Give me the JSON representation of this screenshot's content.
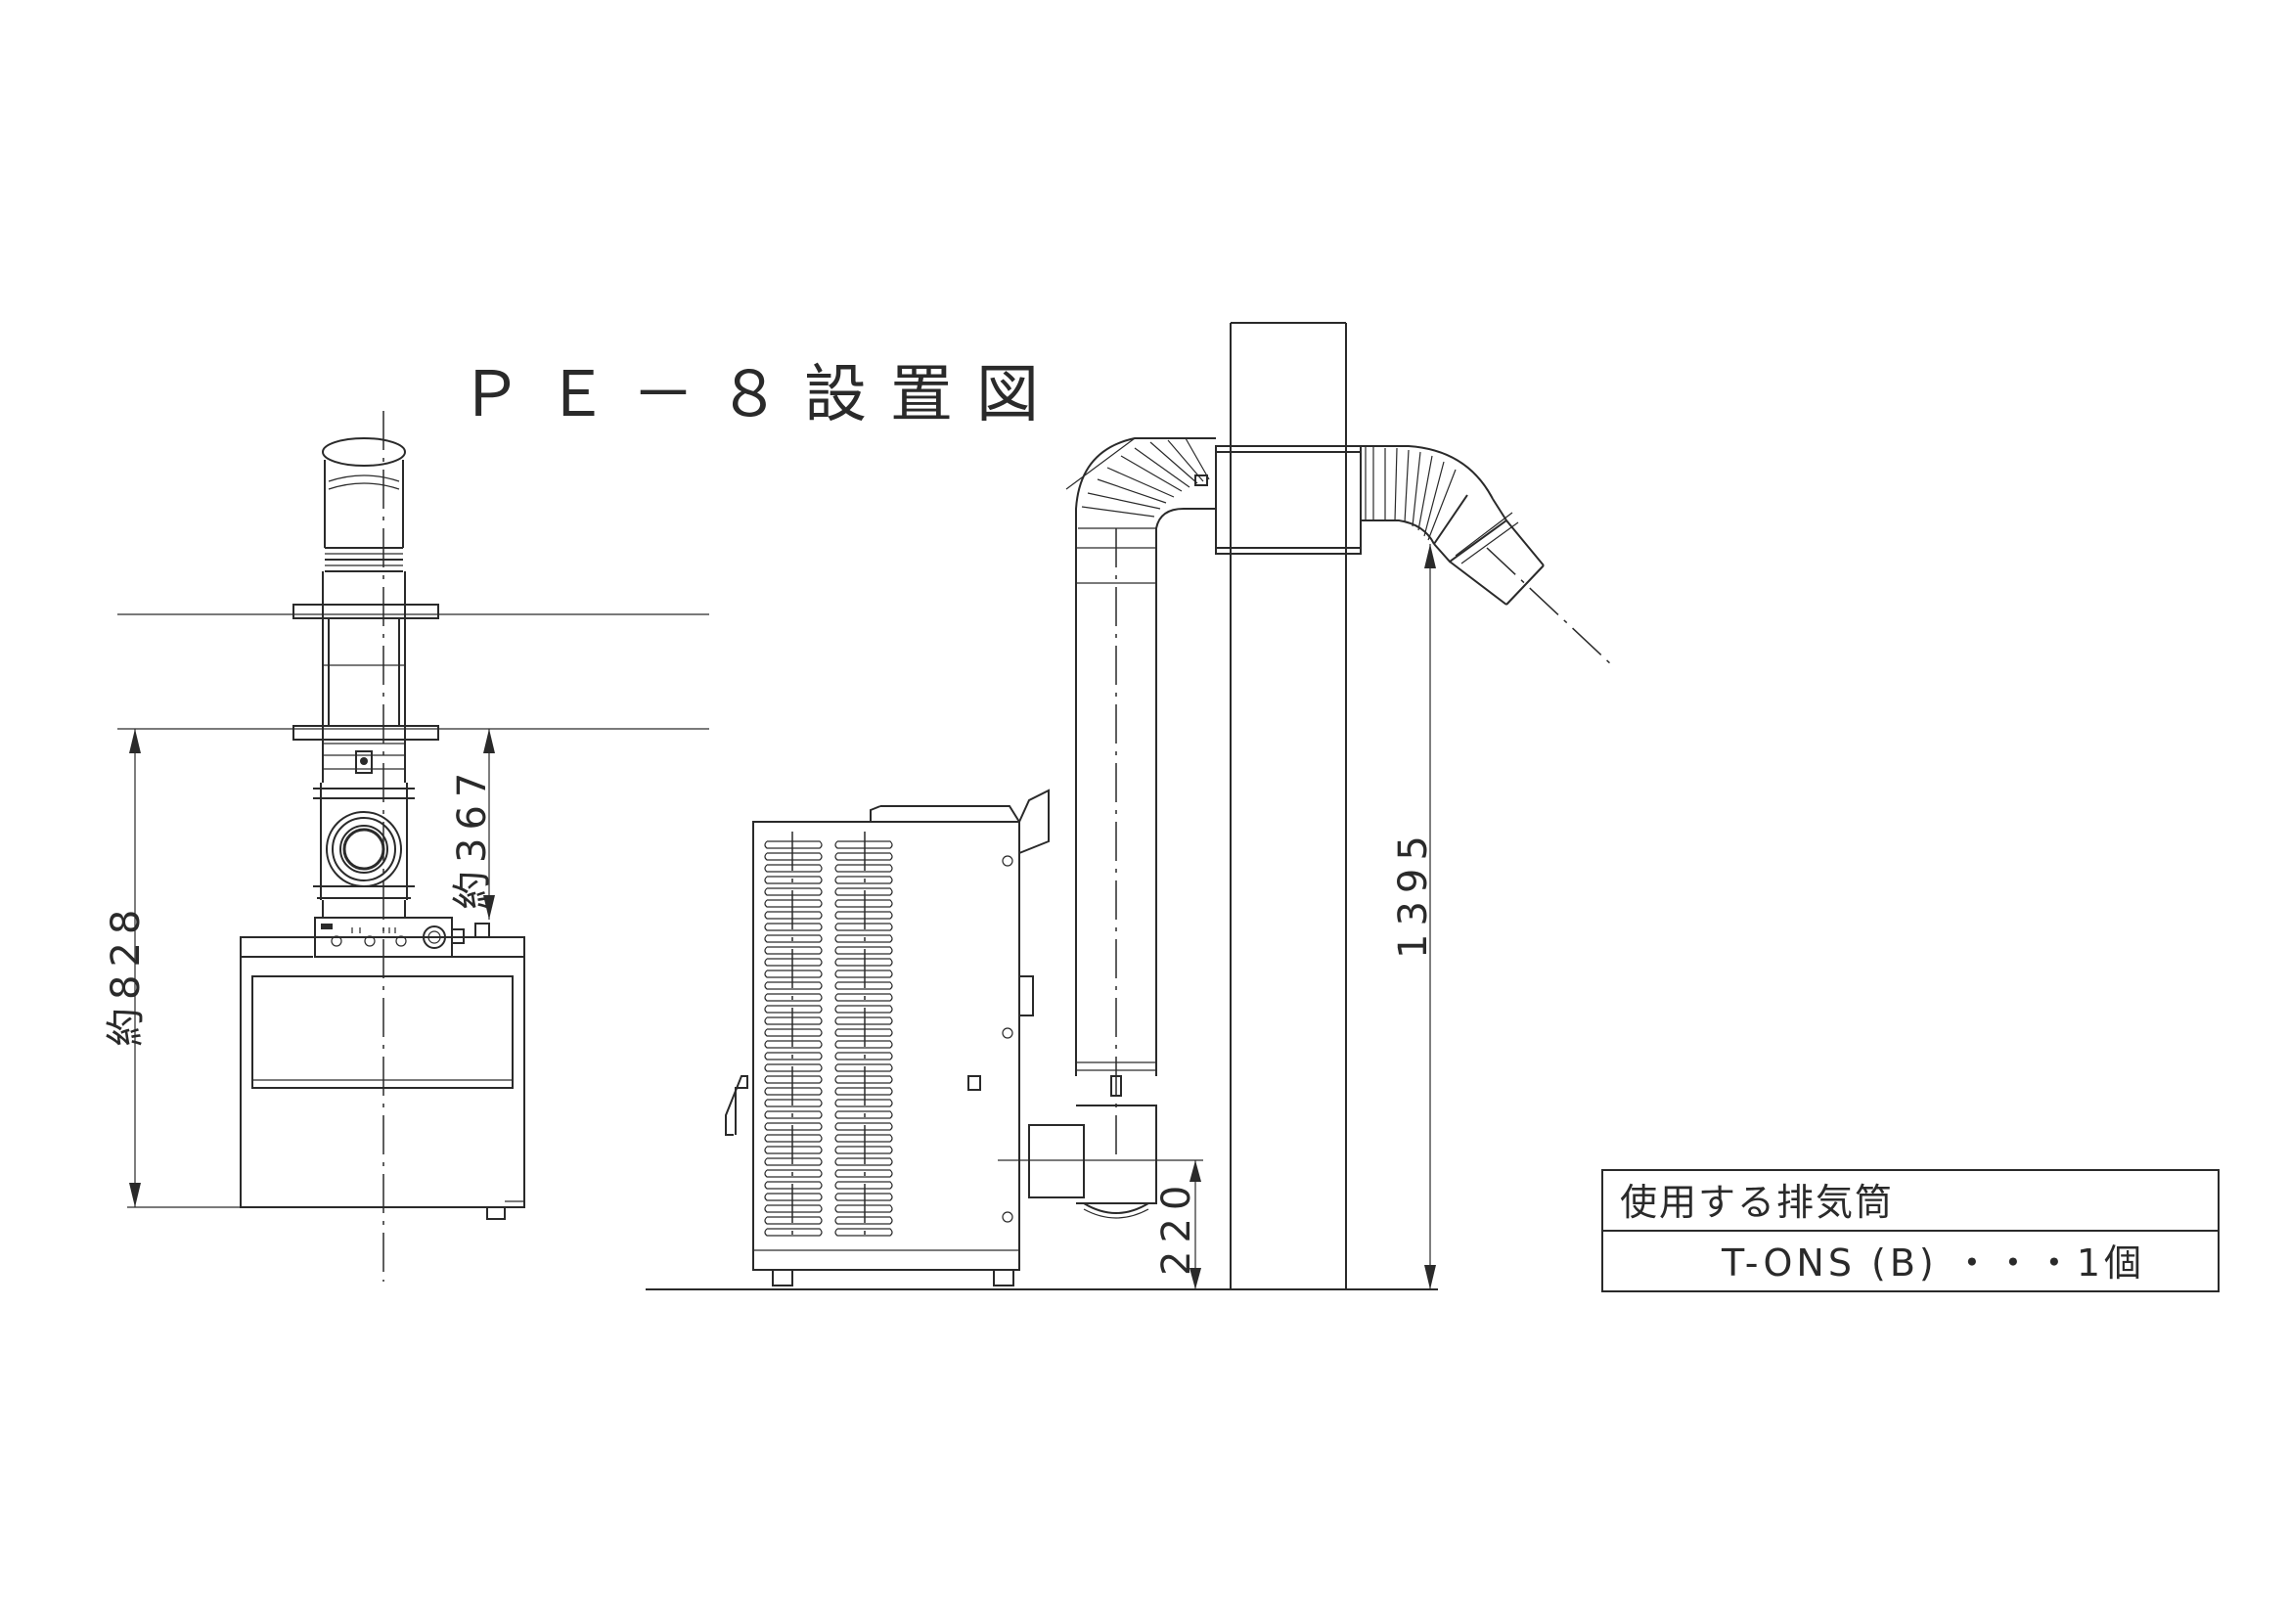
{
  "drawing": {
    "title": "ＰＥ－８設置図",
    "dimensions": {
      "front_height": "約828",
      "front_outlet": "約367",
      "side_pipe_height": "1395",
      "side_outlet": "220"
    }
  },
  "spec_table": {
    "header": "使用する排気筒",
    "row": "T-ONS (B) ・・・1個"
  },
  "colors": {
    "line": "#2a2a2a",
    "background": "#ffffff"
  }
}
